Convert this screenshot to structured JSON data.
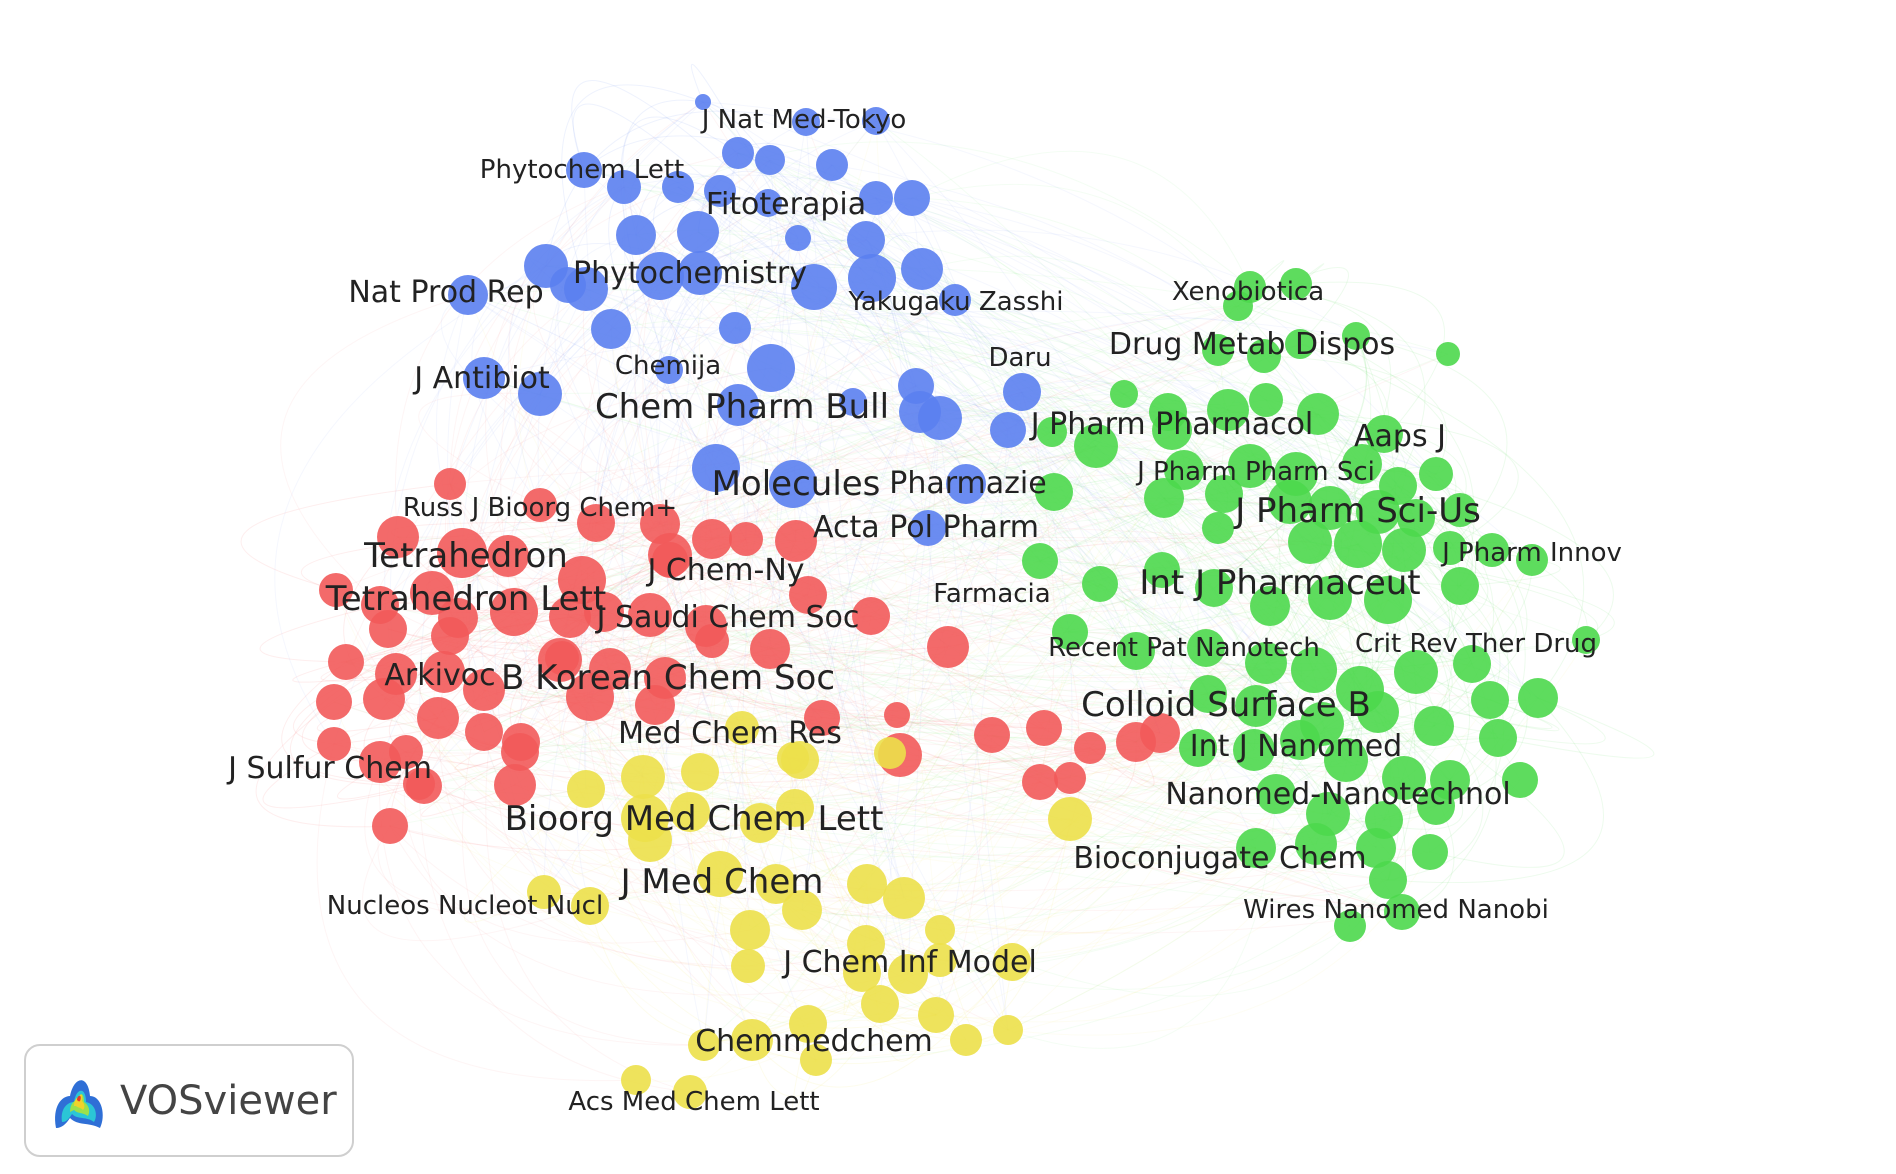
{
  "app": {
    "brand": "VOSviewer"
  },
  "colors": {
    "blue": "#5b7ff0",
    "red": "#f25a5a",
    "green": "#4cd84c",
    "yellow": "#ece04a"
  },
  "labels": [
    {
      "text": "J Nat Med-Tokyo",
      "cluster": "blue",
      "size": "small"
    },
    {
      "text": "Phytochem Lett",
      "cluster": "blue",
      "size": "small"
    },
    {
      "text": "Fitoterapia",
      "cluster": "blue",
      "size": "medium"
    },
    {
      "text": "Phytochemistry",
      "cluster": "blue",
      "size": "medium"
    },
    {
      "text": "Nat Prod Rep",
      "cluster": "blue",
      "size": "medium"
    },
    {
      "text": "Yakugaku Zasshi",
      "cluster": "blue",
      "size": "small"
    },
    {
      "text": "Chemija",
      "cluster": "blue",
      "size": "small"
    },
    {
      "text": "J Antibiot",
      "cluster": "blue",
      "size": "medium"
    },
    {
      "text": "Daru",
      "cluster": "blue",
      "size": "small"
    },
    {
      "text": "Chem Pharm Bull",
      "cluster": "blue",
      "size": "large"
    },
    {
      "text": "Molecules",
      "cluster": "blue",
      "size": "large"
    },
    {
      "text": "Pharmazie",
      "cluster": "blue",
      "size": "medium"
    },
    {
      "text": "Acta Pol Pharm",
      "cluster": "blue",
      "size": "medium"
    },
    {
      "text": "Russ J Bioorg Chem+",
      "cluster": "red",
      "size": "small"
    },
    {
      "text": "Tetrahedron",
      "cluster": "red",
      "size": "large"
    },
    {
      "text": "J Chem-Ny",
      "cluster": "red",
      "size": "medium"
    },
    {
      "text": "Tetrahedron Lett",
      "cluster": "red",
      "size": "large"
    },
    {
      "text": "J Saudi Chem Soc",
      "cluster": "red",
      "size": "medium"
    },
    {
      "text": "Farmacia",
      "cluster": "red",
      "size": "small"
    },
    {
      "text": "Arkivoc",
      "cluster": "red",
      "size": "medium"
    },
    {
      "text": "B Korean Chem Soc",
      "cluster": "red",
      "size": "large"
    },
    {
      "text": "J Sulfur Chem",
      "cluster": "red",
      "size": "medium"
    },
    {
      "text": "Med Chem Res",
      "cluster": "yellow",
      "size": "medium"
    },
    {
      "text": "Bioorg Med Chem Lett",
      "cluster": "yellow",
      "size": "large"
    },
    {
      "text": "J Med Chem",
      "cluster": "yellow",
      "size": "large"
    },
    {
      "text": "Nucleos Nucleot Nucl",
      "cluster": "yellow",
      "size": "small"
    },
    {
      "text": "J Chem Inf Model",
      "cluster": "yellow",
      "size": "medium"
    },
    {
      "text": "Chemmedchem",
      "cluster": "yellow",
      "size": "medium"
    },
    {
      "text": "Acs Med Chem Lett",
      "cluster": "yellow",
      "size": "small"
    },
    {
      "text": "Xenobiotica",
      "cluster": "green",
      "size": "small"
    },
    {
      "text": "Drug Metab Dispos",
      "cluster": "green",
      "size": "medium"
    },
    {
      "text": "J Pharm Pharmacol",
      "cluster": "green",
      "size": "medium"
    },
    {
      "text": "Aaps J",
      "cluster": "green",
      "size": "medium"
    },
    {
      "text": "J Pharm Pharm Sci",
      "cluster": "green",
      "size": "small"
    },
    {
      "text": "J Pharm Sci-Us",
      "cluster": "green",
      "size": "large"
    },
    {
      "text": "J Pharm Innov",
      "cluster": "green",
      "size": "small"
    },
    {
      "text": "Int J Pharmaceut",
      "cluster": "green",
      "size": "large"
    },
    {
      "text": "Recent Pat Nanotech",
      "cluster": "green",
      "size": "small"
    },
    {
      "text": "Crit Rev Ther Drug",
      "cluster": "green",
      "size": "small"
    },
    {
      "text": "Colloid Surface B",
      "cluster": "green",
      "size": "large"
    },
    {
      "text": "Int J Nanomed",
      "cluster": "green",
      "size": "medium"
    },
    {
      "text": "Nanomed-Nanotechnol",
      "cluster": "green",
      "size": "medium"
    },
    {
      "text": "Bioconjugate Chem",
      "cluster": "green",
      "size": "medium"
    },
    {
      "text": "Wires Nanomed Nanobi",
      "cluster": "green",
      "size": "small"
    }
  ]
}
